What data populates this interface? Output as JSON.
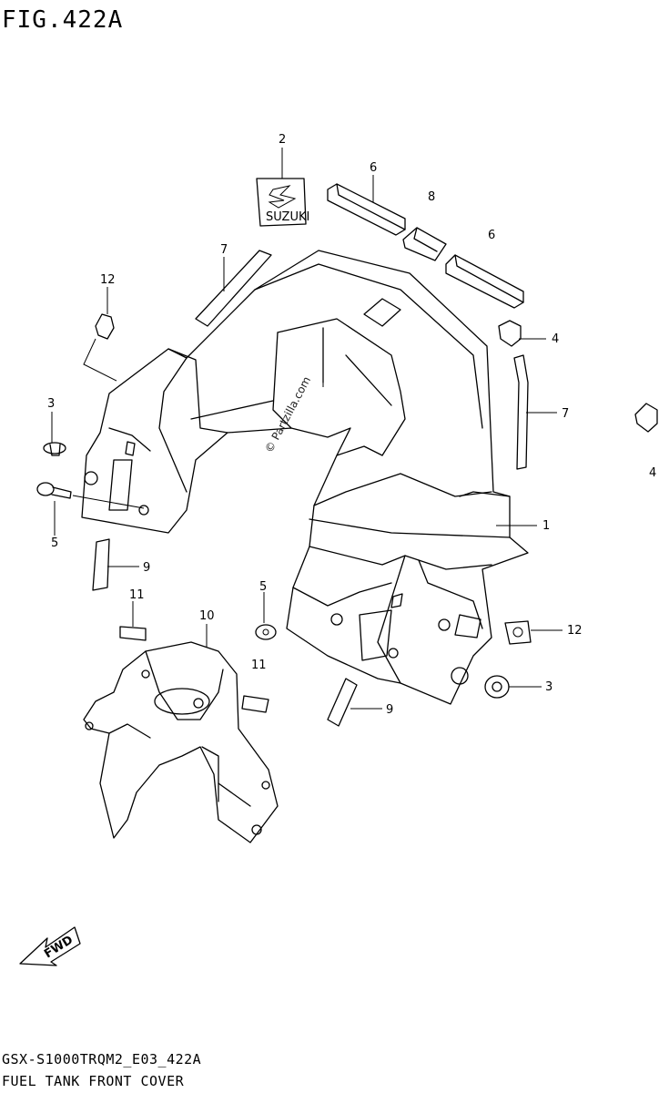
{
  "figure": {
    "title": "FIG.422A"
  },
  "footer": {
    "model_code": "GSX-S1000TRQM2_E03_422A",
    "description": "FUEL TANK FRONT COVER"
  },
  "watermark": {
    "text": "© Partzilla.com"
  },
  "logo": {
    "text": "SUZUKI"
  },
  "fwd_arrow": {
    "text": "FWD"
  },
  "callouts": {
    "c1": "1",
    "c2": "2",
    "c3a": "3",
    "c3b": "3",
    "c4a": "4",
    "c4b": "4",
    "c5a": "5",
    "c5b": "5",
    "c6a": "6",
    "c6b": "6",
    "c7a": "7",
    "c7b": "7",
    "c8": "8",
    "c9a": "9",
    "c9b": "9",
    "c10": "10",
    "c11a": "11",
    "c11b": "11",
    "c12a": "12",
    "c12b": "12"
  }
}
